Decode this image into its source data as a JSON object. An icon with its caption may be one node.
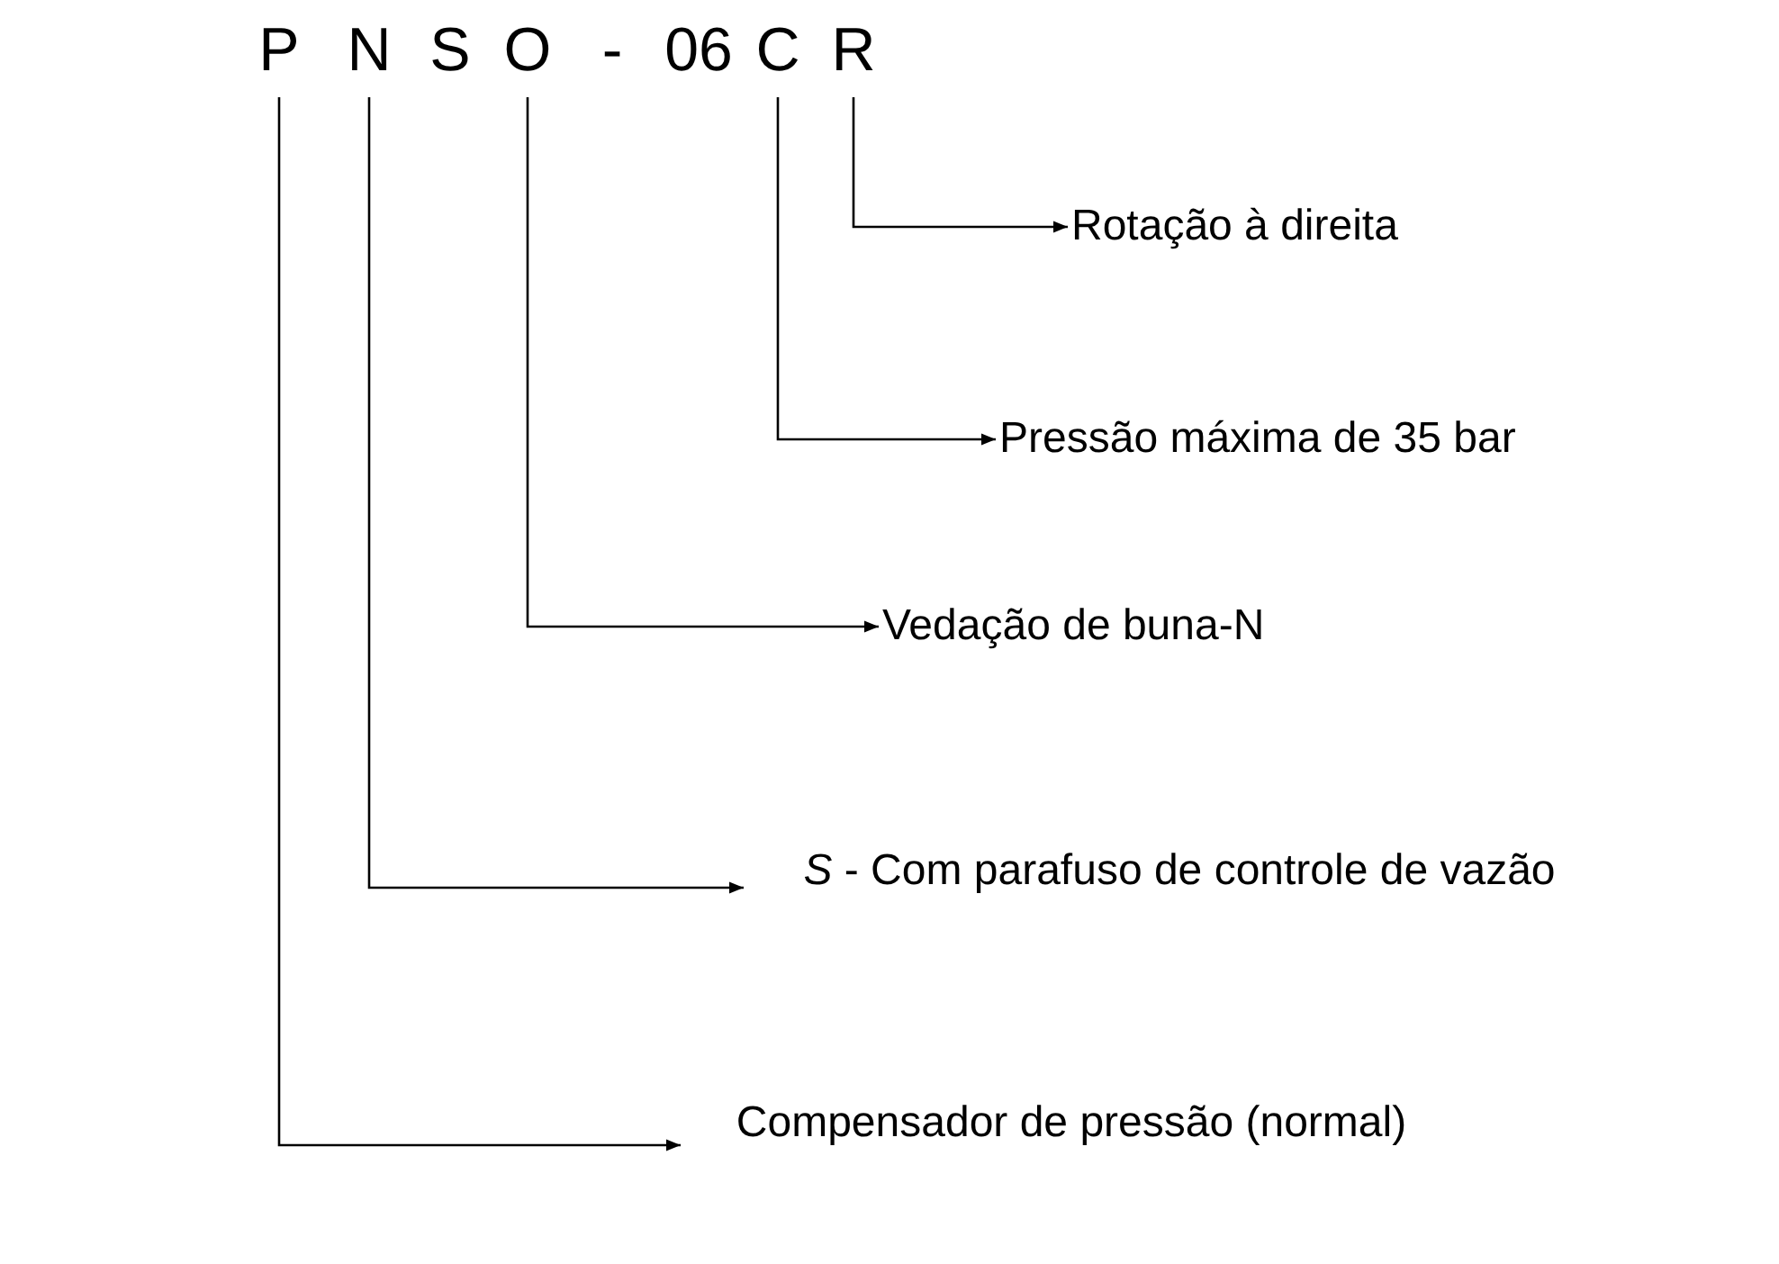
{
  "diagram": {
    "nodes": [
      {
        "text": [
          "P"
        ]
      },
      {
        "text": [
          "N"
        ]
      },
      {
        "text": [
          "O"
        ]
      },
      {
        "text": [
          "C"
        ]
      },
      {
        "text": [
          "R"
        ]
      },
      {
        "text": [
          "Rotação à direita"
        ]
      },
      {
        "text": [
          "Pressão máxima de 35 bar"
        ]
      },
      {
        "text": [
          "Vedação de buna-N"
        ]
      },
      {
        "text": [
          "*S* - Com parafuso de controle de vazão"
        ]
      },
      {
        "text": [
          "Compensador de pressão (normal)"
        ]
      }
    ],
    "edges": [
      {
        "from": 4,
        "to": 5,
        "arrow": "to"
      },
      {
        "from": 3,
        "to": 6,
        "arrow": "to"
      },
      {
        "from": 2,
        "to": 7,
        "arrow": "to"
      },
      {
        "from": 1,
        "to": 8,
        "arrow": "to"
      },
      {
        "from": 0,
        "to": 9,
        "arrow": "to"
      }
    ],
    "labels": [
      "S",
      "-",
      "06"
    ]
  }
}
